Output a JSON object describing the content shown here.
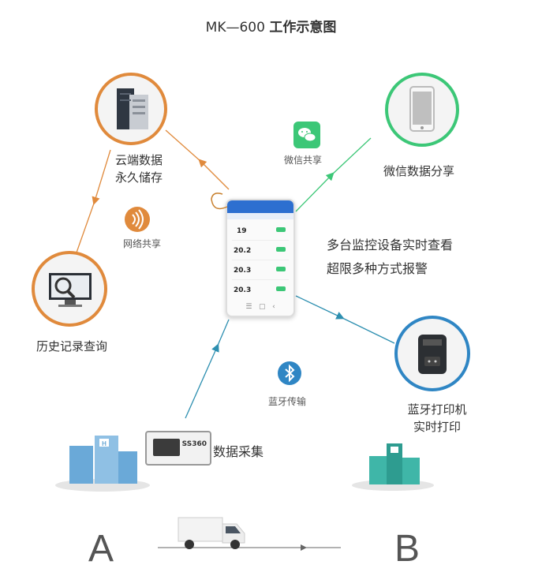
{
  "title": {
    "model": "MK—600",
    "text": "工作示意图"
  },
  "nodes": {
    "cloud": {
      "line1": "云端数据",
      "line2": "永久储存"
    },
    "network": {
      "label": "网络共享"
    },
    "history": {
      "label": "历史记录查询"
    },
    "wechat_share": {
      "label": "微信共享"
    },
    "wechat_data": {
      "label": "微信数据分享"
    },
    "monitor": {
      "line1": "多台监控设备实时查看",
      "line2": "超限多种方式报警"
    },
    "bluetooth": {
      "label": "蓝牙传输"
    },
    "printer": {
      "line1": "蓝牙打印机",
      "line2": "实时打印"
    },
    "collect": {
      "label": "数据采集"
    },
    "device": {
      "brand": "SS360"
    },
    "point_a": "A",
    "point_b": "B"
  },
  "phone": {
    "readings": [
      "19",
      "20.2",
      "20.3",
      "20.3"
    ]
  },
  "colors": {
    "orange": "#e08a3c",
    "green": "#3cc777",
    "teal": "#2d8fb0",
    "blue": "#2f86c4",
    "phone_header": "#2d6fd0"
  }
}
